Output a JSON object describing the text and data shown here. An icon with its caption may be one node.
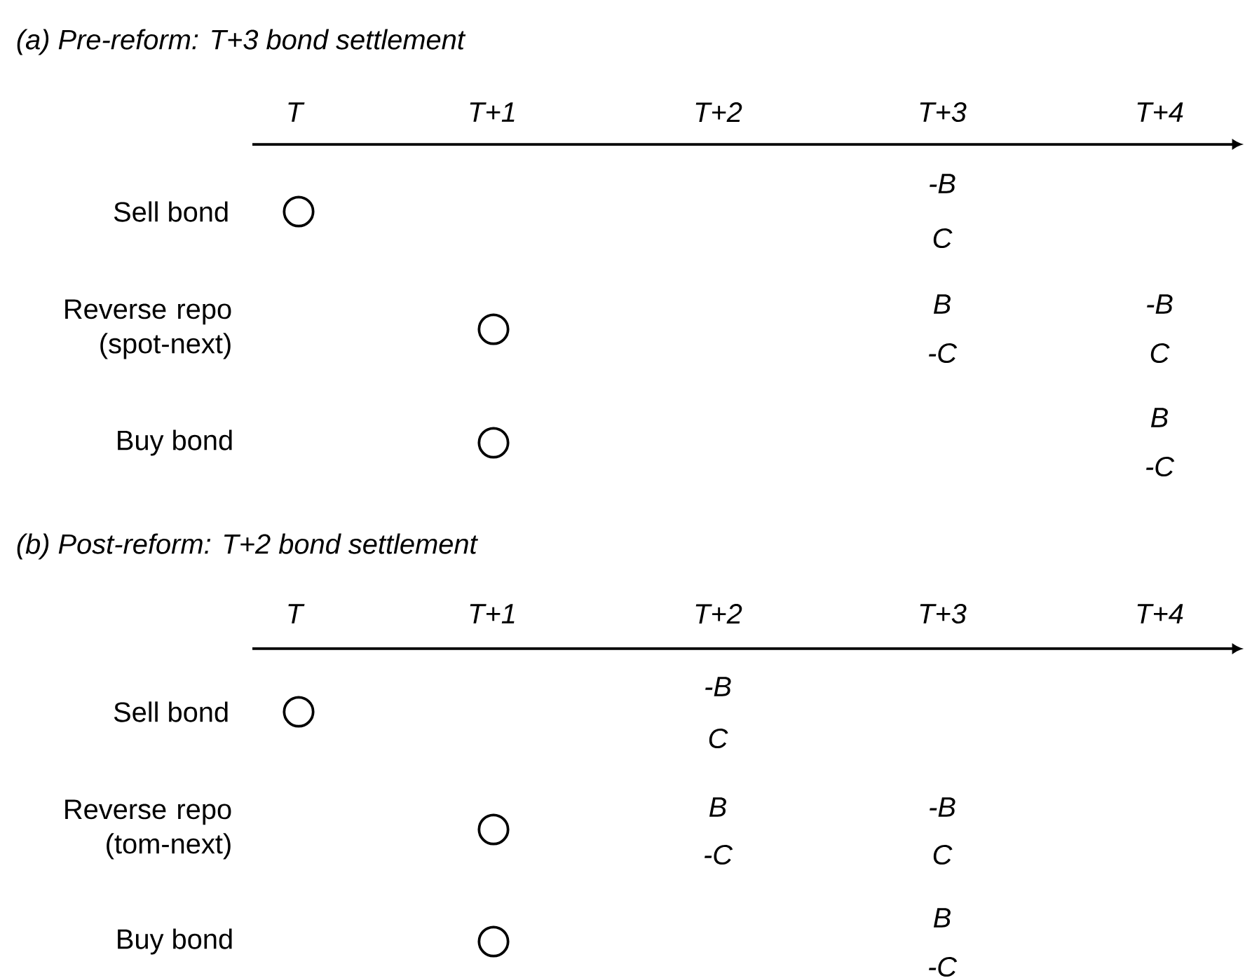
{
  "diagram": {
    "nodes": [
      {
        "text": [],
        "shape": "circle"
      },
      {
        "text": [],
        "shape": "circle"
      },
      {
        "text": [],
        "shape": "circle"
      },
      {
        "text": [],
        "shape": "circle"
      },
      {
        "text": [],
        "shape": "circle"
      },
      {
        "text": [],
        "shape": "circle"
      }
    ],
    "labels": [
      "(a) Pre-reform: T+3 bond settlement",
      "T",
      "T+1",
      "T+2",
      "T+3",
      "T+4",
      "Sell bond",
      "-B",
      "C",
      "Reverse repo (spot-next)",
      "B",
      "-C",
      "-B",
      "C",
      "Buy bond",
      "B",
      "-C",
      "(b) Post-reform: T+2 bond settlement",
      "T",
      "T+1",
      "T+2",
      "T+3",
      "T+4",
      "Sell bond",
      "-B",
      "C",
      "Reverse repo (tom-next)",
      "B",
      "-C",
      "-B",
      "C",
      "Buy bond",
      "B",
      "-C"
    ]
  }
}
